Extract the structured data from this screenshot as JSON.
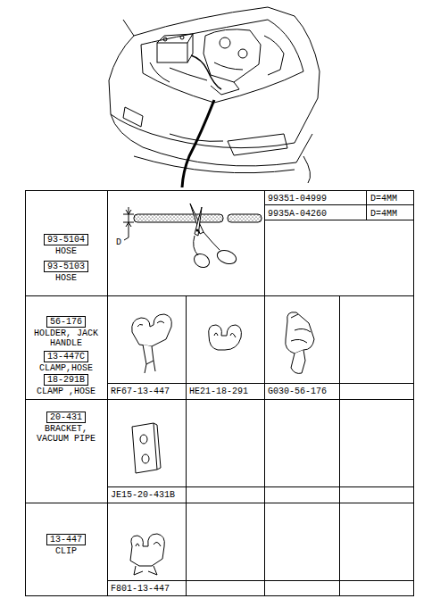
{
  "diagram": {
    "nodes": [
      {
        "text": [
          "93-5104",
          "HOSE"
        ]
      },
      {
        "text": [
          "93-5103",
          "HOSE"
        ]
      },
      {
        "text": [
          "56-176",
          "HOLDER, JACK HANDLE"
        ]
      },
      {
        "text": [
          "13-447C",
          "CLAMP,HOSE"
        ]
      },
      {
        "text": [
          "18-291B",
          "CLAMP ,HOSE"
        ]
      },
      {
        "text": [
          "20-431",
          "BRACKET, VACUUM PIPE"
        ]
      },
      {
        "text": [
          "13-447",
          "CLIP"
        ]
      }
    ],
    "labels": [
      "99351-04999",
      "D=4MM",
      "9935A-04260",
      "D=4MM",
      "D",
      "RF67-13-447",
      "HE21-18-291",
      "G030-56-176",
      "JE15-20-431B",
      "F801-13-447"
    ]
  }
}
